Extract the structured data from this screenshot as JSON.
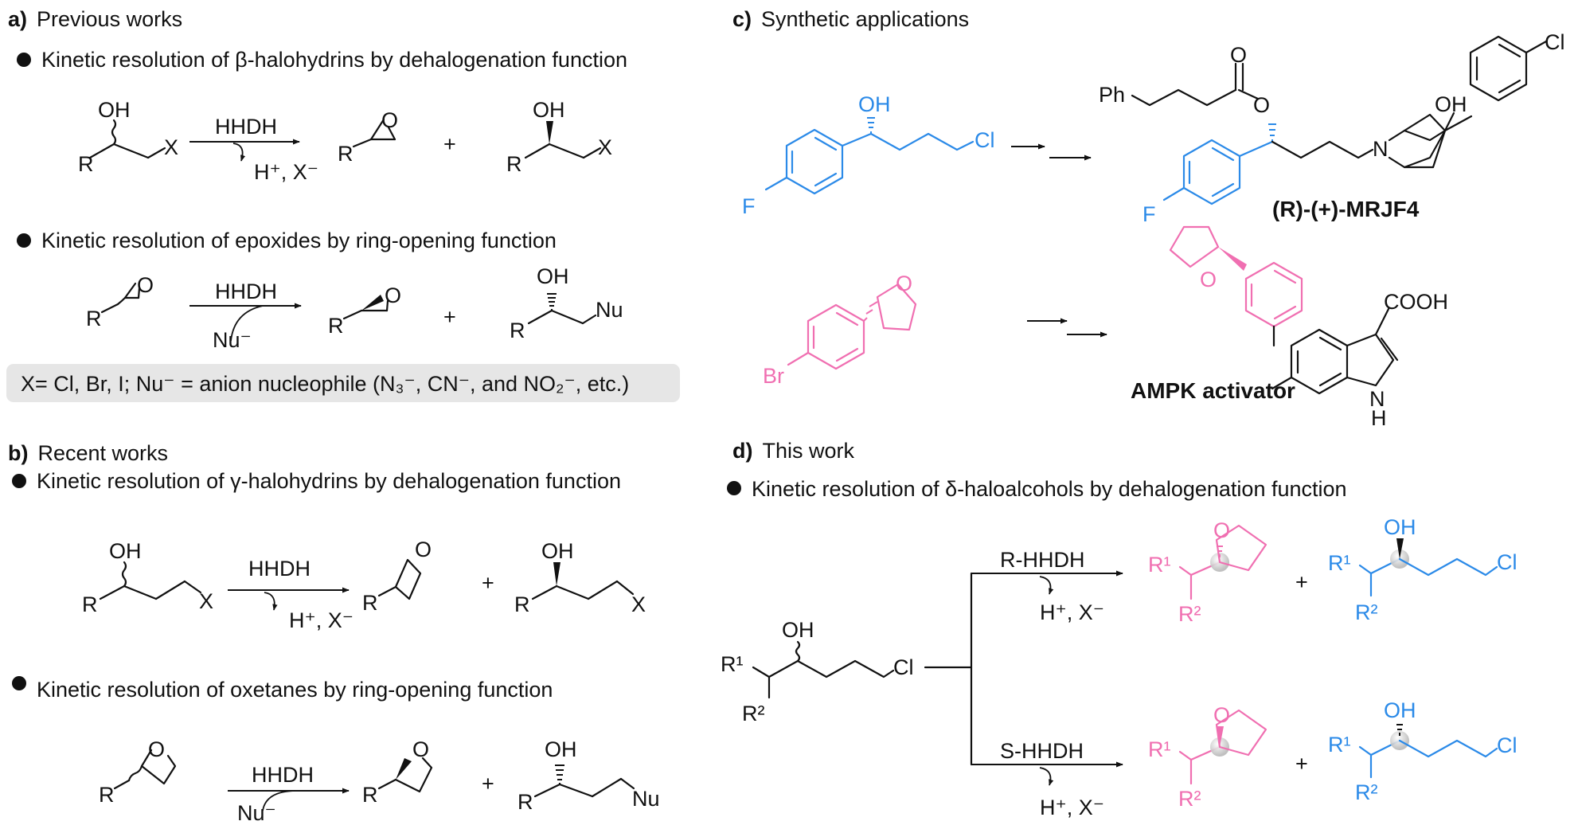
{
  "colors": {
    "blue": "#2b8ae8",
    "pink": "#f06fb1",
    "note_bg": "#e6e6e6"
  },
  "panel_a": {
    "letter": "a)",
    "title": "Previous works",
    "bullet1": "Kinetic resolution of β-halohydrins by dehalogenation function",
    "bullet2": "Kinetic resolution of epoxides by ring-opening function",
    "enzyme": "HHDH",
    "byproduct": "H⁺, X⁻",
    "nucleophile": "Nu⁻",
    "plus": "+",
    "note": "X= Cl, Br, I; Nu⁻ = anion nucleophile (N₃⁻, CN⁻, and NO₂⁻, etc.)"
  },
  "panel_b": {
    "letter": "b)",
    "title": "Recent works",
    "bullet1": "Kinetic resolution of γ-halohydrins by dehalogenation function",
    "bullet2": "Kinetic resolution of oxetanes by ring-opening function",
    "enzyme": "HHDH",
    "byproduct": "H⁺, X⁻",
    "nucleophile": "Nu⁻",
    "plus": "+"
  },
  "panel_c": {
    "letter": "c)",
    "title": "Synthetic applications",
    "product1": "(R)-(+)-MRJF4",
    "product2": "AMPK activator"
  },
  "panel_d": {
    "letter": "d)",
    "title": "This work",
    "bullet1": "Kinetic resolution of δ-haloalcohols by dehalogenation function",
    "enzyme_r": "R-HHDH",
    "enzyme_s": "S-HHDH",
    "byproduct": "H⁺, X⁻",
    "plus": "+"
  },
  "atoms": {
    "OH": "OH",
    "O": "O",
    "X": "X",
    "R": "R",
    "Nu": "Nu",
    "Cl": "Cl",
    "F": "F",
    "Br": "Br",
    "N": "N",
    "Ph": "Ph",
    "COOH": "COOH",
    "NH": "N",
    "H": "H",
    "R1": "R¹",
    "R2": "R²"
  }
}
